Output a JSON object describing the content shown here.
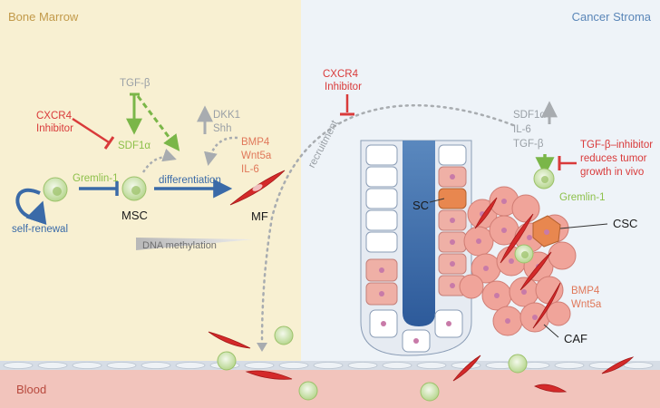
{
  "regions": {
    "bone_marrow": "Bone Marrow",
    "cancer_stroma": "Cancer Stroma",
    "blood": "Blood"
  },
  "bone_marrow": {
    "tgf_beta": "TGF-β",
    "cxcr4_inhibitor": [
      "CXCR4",
      "Inhibitor"
    ],
    "sdf1a": "SDF1α",
    "gremlin1": "Gremlin-1",
    "dkk1": "DKK1",
    "shh": "Shh",
    "bmp4": "BMP4",
    "wnt5a": "Wnt5a",
    "il6": "IL-6",
    "differentiation": "differentiation",
    "self_renewal": "self-renewal",
    "msc": "MSC",
    "mf": "MF",
    "dna_methylation": "DNA methylation"
  },
  "transit": {
    "cxcr4_inhibitor": [
      "CXCR4",
      "Inhibitor"
    ],
    "recruitment": "recruitment"
  },
  "cancer_stroma": {
    "sdf1a": "SDF1α",
    "il6": "IL-6",
    "tgf_beta": "TGF-β",
    "tgf_inhibitor_note": [
      "TGF-β–inhibitor",
      "reduces tumor",
      "growth in vivo"
    ],
    "gremlin1": "Gremlin-1",
    "sc": "SC",
    "csc": "CSC",
    "bmp4": "BMP4",
    "wnt5a": "Wnt5a",
    "caf": "CAF"
  },
  "colors": {
    "bone_marrow_bg": "#f8f0d2",
    "stroma_bg": "#eef3f8",
    "blood_bg": "#f2c4bc",
    "inhibitor_red": "#d93a3a",
    "activator_green": "#7ab648",
    "pathway_blue": "#3a6aa8",
    "fibroblast_red": "#d42a2a",
    "cancer_cell": "#f0a49a",
    "csc_orange": "#e8874f",
    "msc_green": "#c9e2a8"
  }
}
